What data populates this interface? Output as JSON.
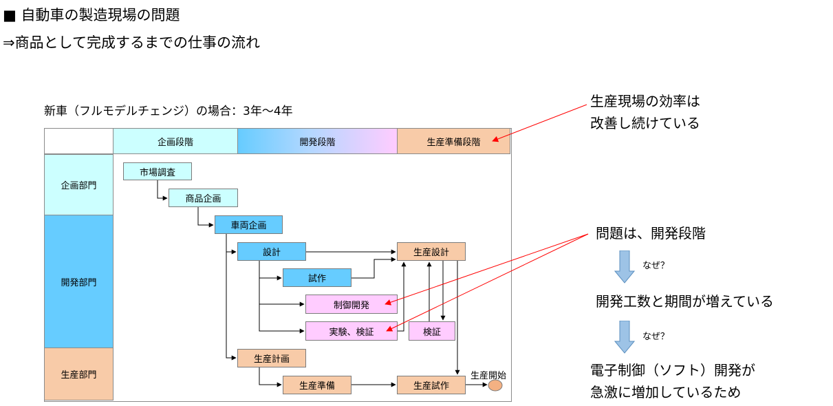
{
  "header": {
    "title_line1": "■ 自動車の製造現場の問題",
    "title_line2": "⇒商品として完成するまでの仕事の流れ"
  },
  "diagram": {
    "caption": "新車（フルモデルチェンジ）の場合：3年〜4年",
    "phases": [
      "企画段階",
      "開発段階",
      "生産準備段階"
    ],
    "departments": [
      "企画部門",
      "開発部門",
      "生産部門"
    ],
    "tasks": {
      "market_research": "市場調査",
      "product_planning": "商品企画",
      "vehicle_planning": "車両企画",
      "design": "設計",
      "prototype": "試作",
      "control_dev": "制御開発",
      "experiment": "実験、検証",
      "verification": "検証",
      "production_design": "生産設計",
      "production_plan": "生産計画",
      "production_prep": "生産準備",
      "production_trial": "生産試作",
      "production_start": "生産開始"
    },
    "colors": {
      "planning": "#ccffff",
      "development": "#66ccff",
      "production": "#f8cba8",
      "pink": "#ffccff",
      "annotation_line": "#ff0000",
      "down_arrow": "#9dc3e6"
    }
  },
  "annotations": {
    "efficiency_line1": "生産現場の効率は",
    "efficiency_line2": "改善し続けている",
    "problem": "問題は、開発段階",
    "why1": "なぜ？",
    "increase": "開発工数と期間が増えている",
    "why2": "なぜ？",
    "reason_line1": "電子制御（ソフト）開発が",
    "reason_line2": "急激に増加しているため"
  }
}
